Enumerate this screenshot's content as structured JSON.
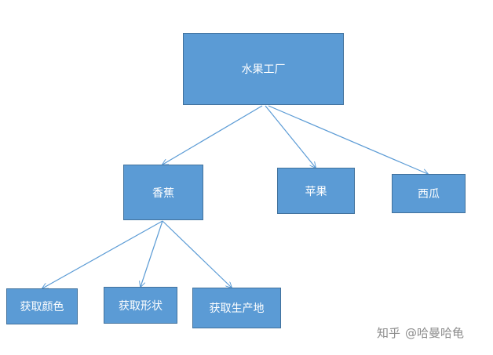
{
  "diagram": {
    "nodes": {
      "root": "水果工厂",
      "banana": "香蕉",
      "apple": "苹果",
      "melon": "西瓜",
      "get_color": "获取颜色",
      "get_shape": "获取形状",
      "get_origin": "获取生产地"
    },
    "edges": [
      {
        "from": "root",
        "to": "banana"
      },
      {
        "from": "root",
        "to": "apple"
      },
      {
        "from": "root",
        "to": "melon"
      },
      {
        "from": "banana",
        "to": "get_color"
      },
      {
        "from": "banana",
        "to": "get_shape"
      },
      {
        "from": "banana",
        "to": "get_origin"
      }
    ],
    "colors": {
      "node_fill": "#5b9bd5",
      "node_border": "#41719c",
      "node_text": "#ffffff",
      "arrow": "#5b9bd5"
    }
  },
  "watermark": {
    "site": "知乎",
    "author": "@哈曼哈龟"
  }
}
